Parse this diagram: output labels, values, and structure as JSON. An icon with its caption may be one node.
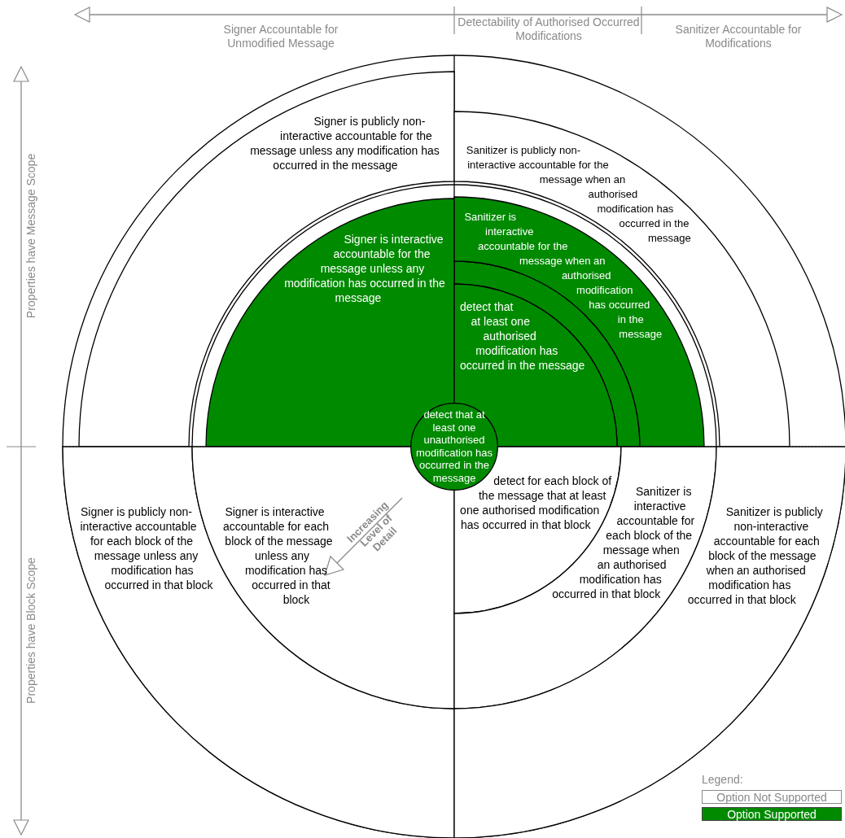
{
  "diagram": {
    "nodes": [
      {
        "text": [
          "Signer is publicly non-interactive accountable for the message unless any modification has occurred in the message"
        ]
      },
      {
        "text": [
          "Sanitizer is publicly non-interactive accountable for the message when an authorised modification has occurred in the message"
        ]
      },
      {
        "text": [
          "Signer is interactive accountable for the message unless any modification has occurred in the message"
        ]
      },
      {
        "text": [
          "Sanitizer is interactive accountable for the message when an authorised modification has occurred in the message"
        ]
      },
      {
        "text": [
          "detect that at least one authorised modification has occurred in the message"
        ]
      },
      {
        "text": [
          "detect that at least one unauthorised modification has occurred in the message"
        ]
      },
      {
        "text": [
          "Signer is publicly non-interactive accountable for each block of the message unless any modification has occurred in that block"
        ]
      },
      {
        "text": [
          "Signer is interactive accountable for each block of the message unless any modification has occurred in that block"
        ]
      },
      {
        "text": [
          "detect for each block of the message that at least one authorised modification has occurred in that block"
        ]
      },
      {
        "text": [
          "Sanitizer is interactive accountable for each block of the message when an authorised modification has occurred in that block"
        ]
      },
      {
        "text": [
          "Sanitizer is publicly non-interactive accountable for each block of the message when an authorised modification has occurred in that block"
        ]
      }
    ],
    "labels": [
      "Signer Accountable for Unmodified Message",
      "Detectability of Authorised Occurred Modifications",
      "Sanitizer Accountable for Modifications",
      "Properties have Message Scope",
      "Properties have Block Scope",
      "Increasing Level of Detail",
      "Legend:"
    ],
    "legend": [
      {
        "text": "Option Not Supported",
        "color": "#ffffff"
      },
      {
        "text": "Option Supported",
        "color": "#008a00"
      }
    ]
  }
}
